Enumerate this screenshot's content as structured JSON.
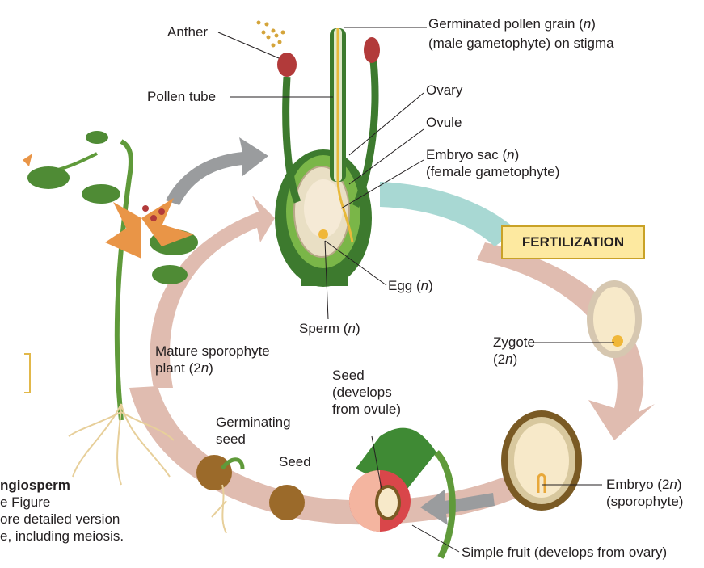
{
  "labels": {
    "anther": "Anther",
    "germinated_pollen": [
      "Germinated pollen grain (",
      "n",
      ")"
    ],
    "male_gametophyte": "(male gametophyte) on stigma",
    "pollen_tube": "Pollen tube",
    "ovary": "Ovary",
    "ovule": "Ovule",
    "embryo_sac": [
      "Embryo sac (",
      "n",
      ")"
    ],
    "female_gametophyte": "(female gametophyte)",
    "fertilization": "FERTILIZATION",
    "egg": [
      "Egg (",
      "n",
      ")"
    ],
    "sperm": [
      "Sperm (",
      "n",
      ")"
    ],
    "mature_sporophyte_1": "Mature sporophyte",
    "mature_sporophyte_2": [
      "plant (2",
      "n",
      ")"
    ],
    "zygote_1": "Zygote",
    "zygote_2": [
      "(2",
      "n",
      ")"
    ],
    "seed_develops_1": "Seed",
    "seed_develops_2": "(develops",
    "seed_develops_3": "from ovule)",
    "germinating_1": "Germinating",
    "germinating_2": "seed",
    "seed": "Seed",
    "embryo_1": [
      "Embryo (2",
      "n",
      ")"
    ],
    "embryo_2": "(sporophyte)",
    "simple_fruit": "Simple fruit (develops from ovary)"
  },
  "caption": {
    "line1": "ngiosperm",
    "line2": "e Figure",
    "line3": "ore detailed version",
    "line4": "e, including meiosis."
  },
  "colors": {
    "cycle_arrow": "#e0bcb0",
    "teal_arrow": "#a8d8d3",
    "gray_arrow": "#9a9c9e",
    "green_dark": "#3d7a2e",
    "green_light": "#7ab648",
    "petal": "#e99547",
    "anther": "#b23a3a",
    "seed_brown": "#9b6a2a",
    "fruit_red": "#d9464a"
  }
}
